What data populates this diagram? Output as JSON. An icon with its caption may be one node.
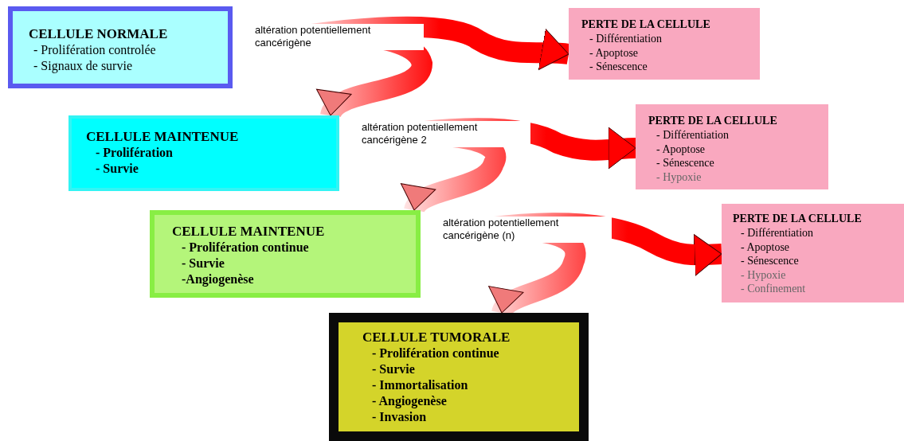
{
  "diagram": {
    "nodes": [
      {
        "text": [
          "CELLULE NORMALE",
          "- Prolifération controlée",
          "- Signaux de survie"
        ]
      },
      {
        "text": [
          "PERTE DE LA CELLULE",
          "- Différentiation",
          "- Apoptose",
          "- Sénescence"
        ]
      },
      {
        "text": [
          "CELLULE MAINTENUE",
          "- Prolifération",
          "- Survie"
        ]
      },
      {
        "text": [
          "PERTE DE LA CELLULE",
          "- Différentiation",
          "- Apoptose",
          "- Sénescence",
          "- Hypoxie"
        ]
      },
      {
        "text": [
          "CELLULE MAINTENUE",
          "- Prolifération continue",
          "- Survie",
          "-Angiogenèse"
        ]
      },
      {
        "text": [
          "PERTE DE LA CELLULE",
          "- Différentiation",
          "- Apoptose",
          "- Sénescence",
          "- Hypoxie",
          "- Confinement"
        ]
      },
      {
        "text": [
          "CELLULE TUMORALE",
          "- Prolifération continue",
          "- Survie",
          "- Immortalisation",
          "- Angiogenèse",
          "- Invasion"
        ]
      }
    ],
    "edges": [
      {
        "from": 0,
        "to": 1,
        "arrow": "to",
        "label": "altération potentiellement cancérigène",
        "style": "thick"
      },
      {
        "from": 0,
        "to": 2,
        "arrow": "to",
        "style": "thick"
      },
      {
        "from": 2,
        "to": 3,
        "arrow": "to",
        "label": "altération potentiellement cancérigène 2",
        "style": "thick"
      },
      {
        "from": 2,
        "to": 4,
        "arrow": "to",
        "style": "thick"
      },
      {
        "from": 4,
        "to": 5,
        "arrow": "to",
        "label": "altération potentiellement cancérigène (n)",
        "style": "thick"
      },
      {
        "from": 4,
        "to": 6,
        "arrow": "to",
        "style": "thick"
      }
    ]
  }
}
